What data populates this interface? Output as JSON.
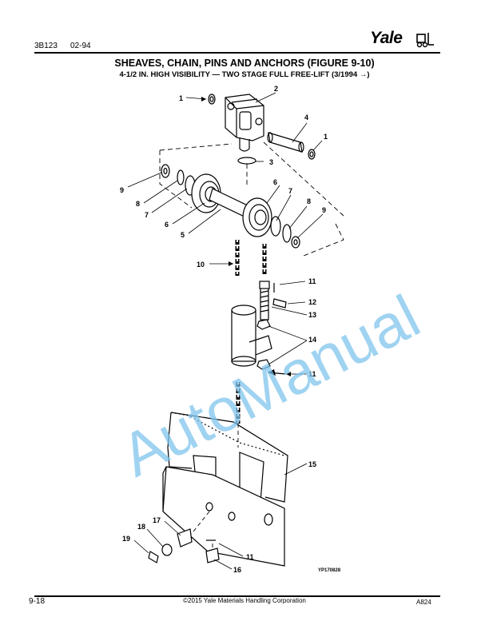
{
  "header": {
    "doc_code": "3B123",
    "date": "02-94",
    "brand": "Yale"
  },
  "title": "SHEAVES, CHAIN, PINS AND ANCHORS (FIGURE 9-10)",
  "subtitle": "4-1/2 IN. HIGH VISIBILITY — TWO STAGE FULL FREE-LIFT  (3/1994 →)",
  "figure": {
    "callouts": [
      "1",
      "2",
      "1",
      "4",
      "3",
      "6",
      "9",
      "8",
      "7",
      "7",
      "8",
      "9",
      "6",
      "5",
      "10",
      "11",
      "12",
      "13",
      "14",
      "11",
      "15",
      "17",
      "18",
      "19",
      "11",
      "16"
    ],
    "ref_code": "YP170828"
  },
  "watermark": "AutoManual",
  "footer": {
    "page": "9-18",
    "copyright": "©2015 Yale Materials Handling Corporation",
    "code": "A824"
  }
}
